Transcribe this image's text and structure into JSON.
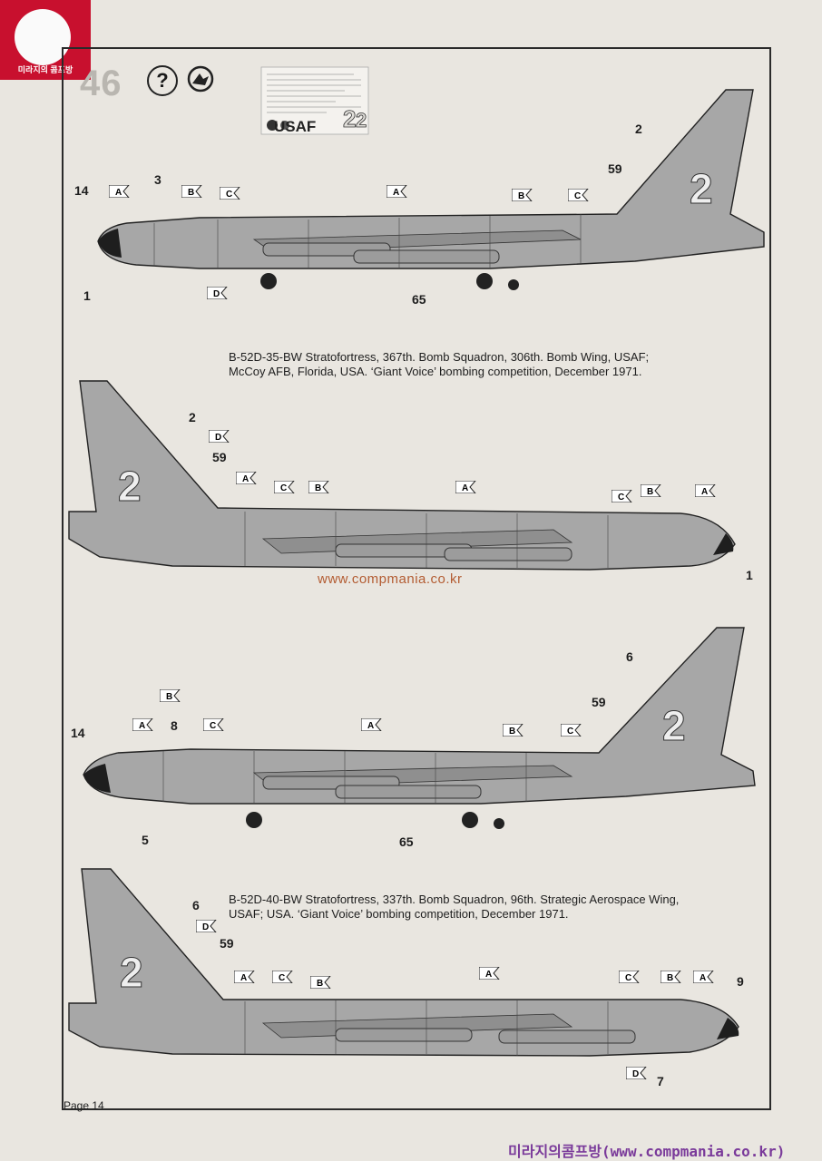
{
  "logo": {
    "text": "미라지의 콤프방"
  },
  "step": {
    "number": "46"
  },
  "decal_sheet": {
    "label": "USAF"
  },
  "profiles": [
    {
      "caption": null,
      "labels": {
        "n1": "14",
        "n2": "3",
        "n3": "1",
        "n4": "65",
        "n5": "2",
        "n6": "59"
      },
      "flags": [
        "A",
        "B",
        "C",
        "D",
        "A",
        "B",
        "C"
      ]
    },
    {
      "caption": "B-52D-35-BW Stratofortress, 367th. Bomb Squadron, 306th. Bomb Wing, USAF; McCoy AFB, Florida, USA. ‘Giant Voice’ bombing competition, December 1971.",
      "labels": {
        "n1": "2",
        "n2": "59",
        "n3": "1"
      },
      "flags": [
        "D",
        "A",
        "C",
        "B",
        "A",
        "C",
        "B",
        "A"
      ]
    },
    {
      "caption": null,
      "labels": {
        "n1": "14",
        "n2": "8",
        "n3": "5",
        "n4": "65",
        "n5": "6",
        "n6": "59"
      },
      "flags": [
        "B",
        "A",
        "C",
        "A",
        "B",
        "C"
      ]
    },
    {
      "caption": "B-52D-40-BW Stratofortress, 337th. Bomb Squadron, 96th. Strategic Aerospace Wing, USAF; USA. ‘Giant Voice’ bombing competition, December 1971.",
      "labels": {
        "n1": "6",
        "n2": "59",
        "n3": "9",
        "n4": "7"
      },
      "flags": [
        "D",
        "A",
        "C",
        "B",
        "A",
        "C",
        "B",
        "A",
        "D"
      ]
    }
  ],
  "caption1_line1": "B-52D-35-BW Stratofortress, 367th. Bomb Squadron, 306th. Bomb Wing, USAF;",
  "caption1_line2": "McCoy AFB, Florida, USA. ‘Giant Voice’ bombing competition, December 1971.",
  "caption2_line1": "B-52D-40-BW Stratofortress, 337th. Bomb Squadron, 96th. Strategic Aerospace Wing,",
  "caption2_line2": "USAF; USA. ‘Giant Voice’ bombing competition, December 1971.",
  "watermark": "www.compmania.co.kr",
  "page": "Page 14",
  "footer": "미라지의콤프방(www.compmania.co.kr)"
}
